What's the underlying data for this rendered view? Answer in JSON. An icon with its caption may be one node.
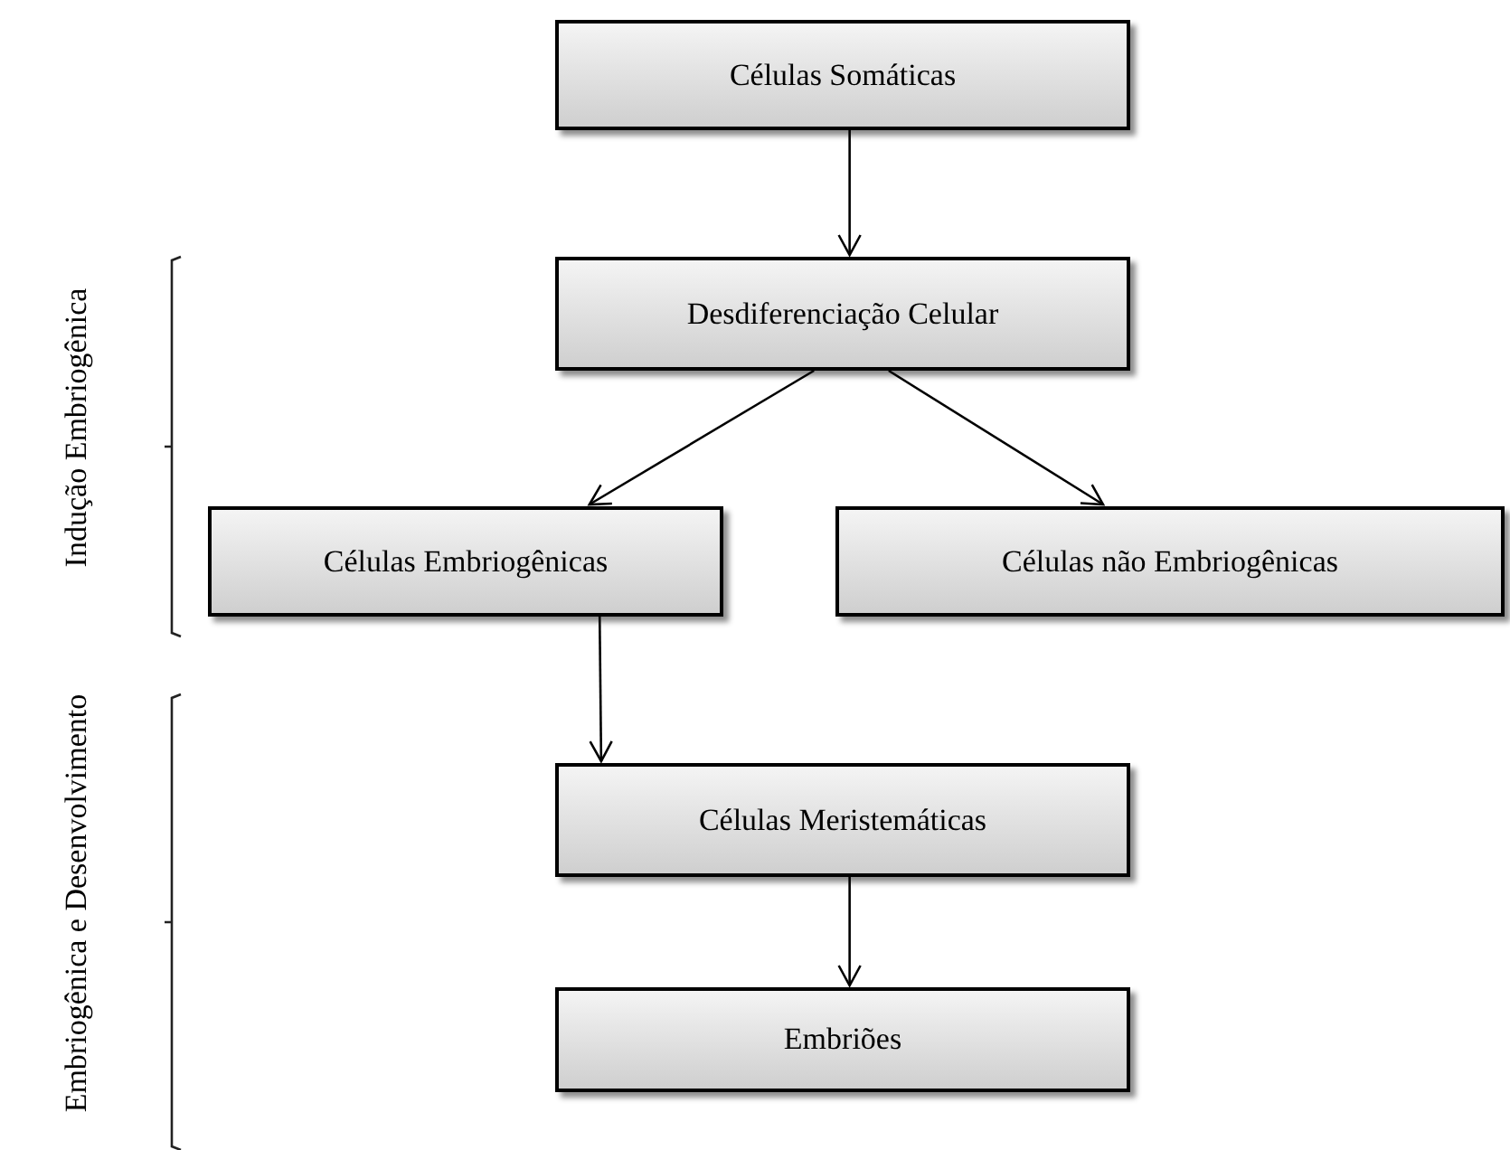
{
  "diagram": {
    "nodes": [
      {
        "text": [
          "Células Somáticas"
        ]
      },
      {
        "text": [
          "Desdiferenciação Celular"
        ]
      },
      {
        "text": [
          "Células Embriogênicas"
        ]
      },
      {
        "text": [
          "Células não Embriogênicas"
        ]
      },
      {
        "text": [
          "Células Meristemáticas"
        ]
      },
      {
        "text": [
          "Embriões"
        ]
      }
    ],
    "edges": [
      {
        "from": 0,
        "to": 1,
        "arrow": "to"
      },
      {
        "from": 1,
        "to": 2,
        "arrow": "to"
      },
      {
        "from": 1,
        "to": 3,
        "arrow": "to"
      },
      {
        "from": 2,
        "to": 4,
        "arrow": "to"
      },
      {
        "from": 4,
        "to": 5,
        "arrow": "to"
      }
    ],
    "labels": [
      "Indução Embriogênica",
      "Embriogênica e Desenvolvimento"
    ]
  }
}
